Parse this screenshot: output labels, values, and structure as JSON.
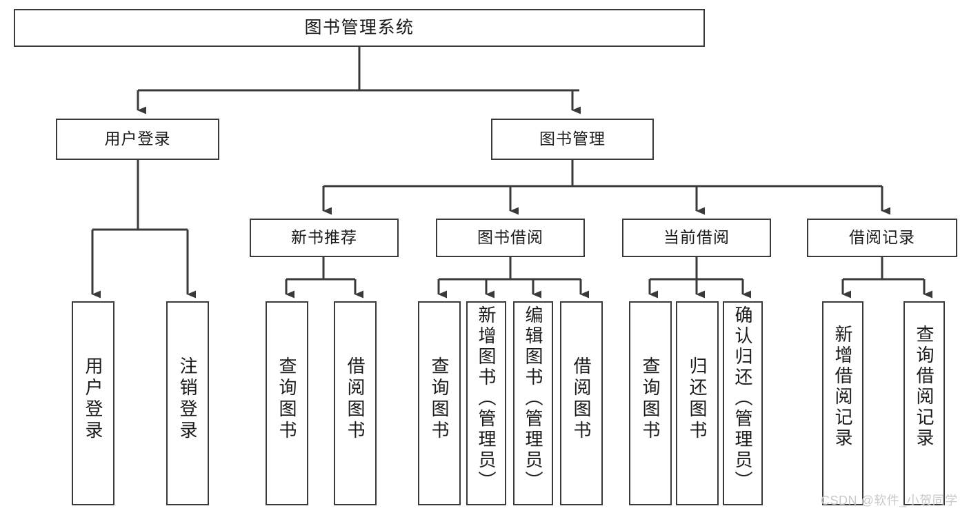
{
  "diagram": {
    "type": "tree-hierarchy",
    "title": "图书管理系统",
    "root": {
      "id": "root",
      "label": "图书管理系统"
    },
    "level2": [
      {
        "id": "user-login",
        "label": "用户登录"
      },
      {
        "id": "book-manage",
        "label": "图书管理"
      }
    ],
    "level3": [
      {
        "id": "new-book-recommend",
        "label": "新书推荐",
        "parent": "book-manage"
      },
      {
        "id": "book-borrow",
        "label": "图书借阅",
        "parent": "book-manage"
      },
      {
        "id": "current-borrow",
        "label": "当前借阅",
        "parent": "book-manage"
      },
      {
        "id": "borrow-record",
        "label": "借阅记录",
        "parent": "book-manage"
      }
    ],
    "leaves": {
      "user_login": [
        {
          "id": "leaf-user-login",
          "label": "用户登录"
        },
        {
          "id": "leaf-user-logout",
          "label": "注销登录"
        }
      ],
      "new_book_recommend": [
        {
          "id": "leaf-query-book-1",
          "label": "查询图书"
        },
        {
          "id": "leaf-borrow-book-1",
          "label": "借阅图书"
        }
      ],
      "book_borrow": [
        {
          "id": "leaf-query-book-2",
          "label": "查询图书"
        },
        {
          "id": "leaf-add-book",
          "label": "新增图书（管理员）"
        },
        {
          "id": "leaf-edit-book",
          "label": "编辑图书（管理员）"
        },
        {
          "id": "leaf-borrow-book-2",
          "label": "借阅图书"
        }
      ],
      "current_borrow": [
        {
          "id": "leaf-query-book-3",
          "label": "查询图书"
        },
        {
          "id": "leaf-return-book",
          "label": "归还图书"
        },
        {
          "id": "leaf-confirm-return",
          "label": "确认归还（管理员）"
        }
      ],
      "borrow_record": [
        {
          "id": "leaf-add-record",
          "label": "新增借阅记录"
        },
        {
          "id": "leaf-query-record",
          "label": "查询借阅记录"
        }
      ]
    },
    "colors": {
      "stroke": "#3a3a3a",
      "fill": "#ffffff",
      "text": "#1b1b1b",
      "watermark": "#c9c9c9"
    }
  },
  "watermark": {
    "text": "CSDN @软件_小贺同学"
  }
}
